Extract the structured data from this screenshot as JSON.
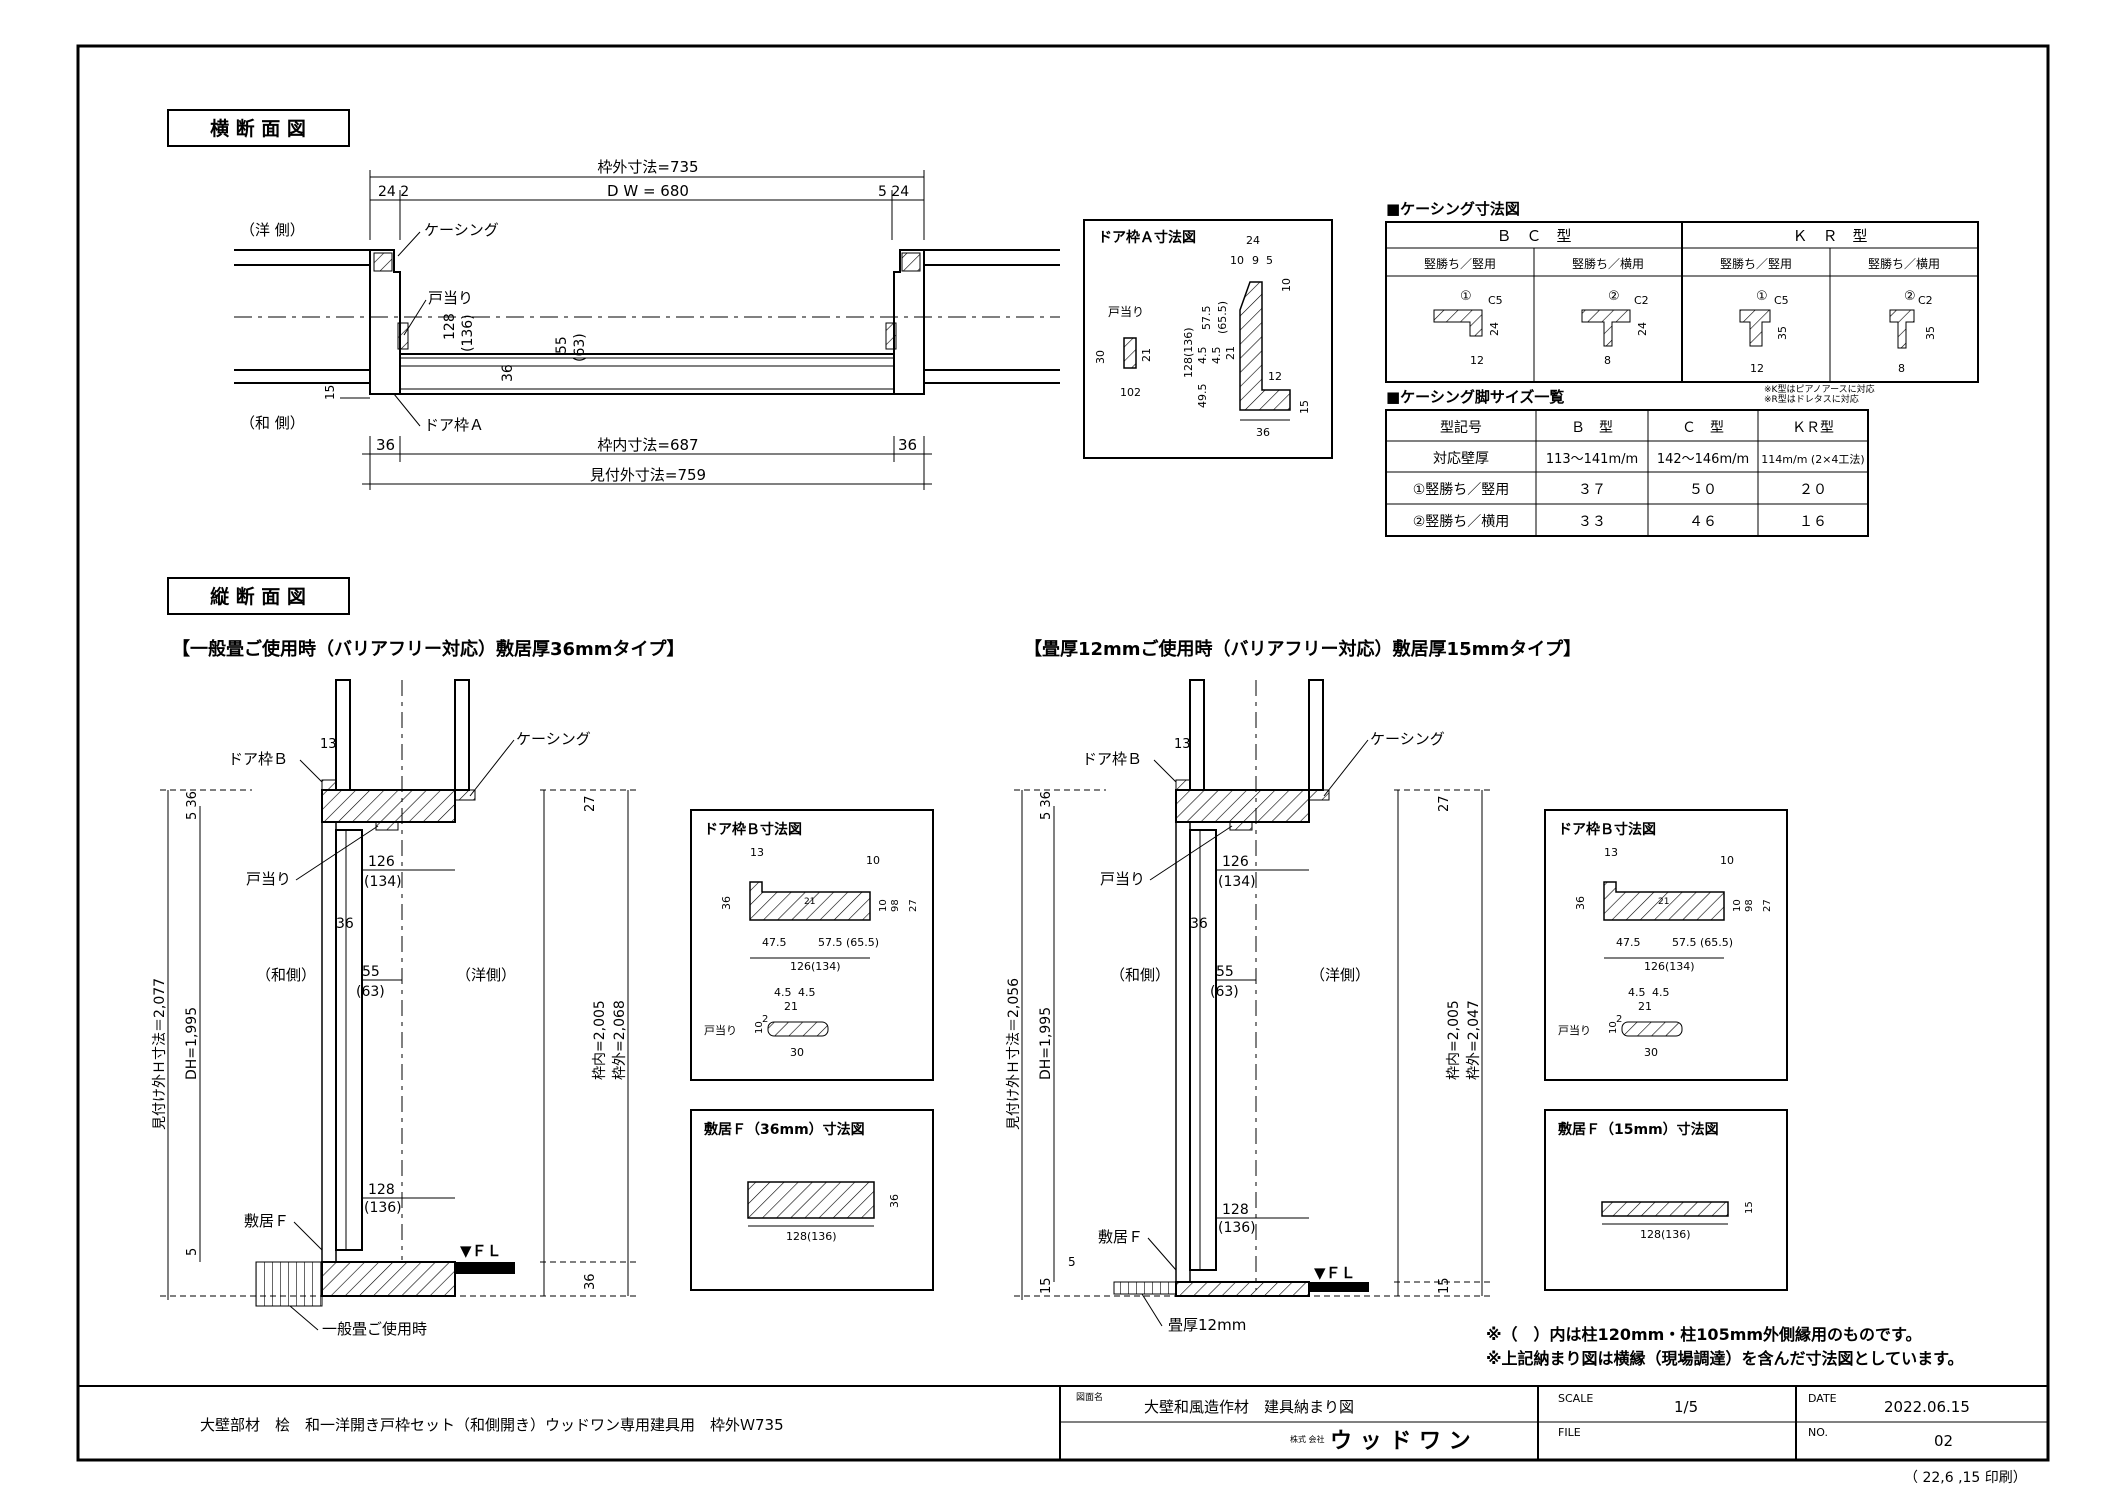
{
  "sections": {
    "horizontal": "横 断 面 図",
    "vertical": "縦 断 面 図"
  },
  "horizontal_view": {
    "frame_outer": "枠外寸法=735",
    "dw": "D W = 680",
    "left_dims": "24 2",
    "right_dims": "5 24",
    "casing": "ケーシング",
    "western_side": "（洋 側）",
    "japanese_side": "（和 側）",
    "door_stop": "戸当り",
    "door_frame_a": "ドア枠Ａ",
    "dim_128": "128",
    "dim_136": "(136)",
    "dim_55": "55",
    "dim_63": "(63)",
    "dim_36": "36",
    "dim_15": "15",
    "inner": "枠内寸法=687",
    "visible_outer": "見付外寸法=759",
    "side_36_left": "36",
    "side_36_right": "36"
  },
  "door_frame_a_detail": {
    "title": "ドア枠Ａ寸法図",
    "door_stop": "戸当り",
    "dims": [
      "24",
      "10",
      "9",
      "5",
      "10",
      "57.5",
      "(65.5)",
      "4.5",
      "4.5",
      "21",
      "128(136)",
      "30",
      "10",
      "2",
      "21",
      "49.5",
      "12",
      "15",
      "36"
    ]
  },
  "casing_dims": {
    "title": "■ケーシング寸法図",
    "type_bc": "Ｂ　Ｃ　型",
    "type_kr": "Ｋ　Ｒ　型",
    "cols": [
      "竪勝ち／竪用",
      "竪勝ち／横用",
      "竪勝ち／竪用",
      "竪勝ち／横用"
    ],
    "marks": [
      "①",
      "②",
      "①",
      "②"
    ],
    "chamfers": [
      "C5",
      "C2",
      "C5",
      "C2"
    ],
    "heights": [
      "24",
      "24",
      "35",
      "35"
    ],
    "widths": [
      "12",
      "8",
      "12",
      "8"
    ],
    "notes": [
      "※K型はピアノアースに対応",
      "※R型はドレタスに対応"
    ]
  },
  "casing_leg": {
    "title": "■ケーシング脚サイズ一覧",
    "headers": [
      "型記号",
      "Ｂ　型",
      "Ｃ　型",
      "ＫＲ型"
    ],
    "rows": [
      [
        "対応壁厚",
        "113～141m/m",
        "142～146m/m",
        "114m/m (2×4工法)"
      ],
      [
        "①竪勝ち／竪用",
        "３７",
        "５０",
        "２０"
      ],
      [
        "②竪勝ち／横用",
        "３３",
        "４６",
        "１６"
      ]
    ]
  },
  "vertical_left": {
    "heading": "【一般畳ご使用時（バリアフリー対応）敷居厚36mmタイプ】",
    "door_frame_b": "ドア枠Ｂ",
    "casing": "ケーシング",
    "door_stop": "戸当り",
    "japanese_side": "（和側）",
    "western_side": "（洋側）",
    "sill": "敷居Ｆ",
    "tatami": "一般畳ご使用時",
    "fl": "▼ＦＬ",
    "visible_h": "見付け外Ｈ寸法＝2,077",
    "dh": "DH=1,995",
    "inner": "枠内=2,005",
    "outer": "枠外=2,068",
    "top_dims": "5 36",
    "dim_5": "5",
    "dim_13": "13",
    "dim_27": "27",
    "dim_36": "36",
    "dim_36b": "36",
    "dim_126": "126",
    "dim_134": "(134)",
    "dim_55": "55",
    "dim_63": "(63)",
    "dim_128": "128",
    "dim_136": "(136)"
  },
  "vertical_right": {
    "heading": "【畳厚12mmご使用時（バリアフリー対応）敷居厚15mmタイプ】",
    "door_frame_b": "ドア枠Ｂ",
    "casing": "ケーシング",
    "door_stop": "戸当り",
    "japanese_side": "（和側）",
    "western_side": "（洋側）",
    "sill": "敷居Ｆ",
    "tatami": "畳厚12mm",
    "fl": "▼ＦＬ",
    "visible_h": "見付け外Ｈ寸法＝2,056",
    "dh": "DH=1,995",
    "inner": "枠内=2,005",
    "outer": "枠外=2,047",
    "top_dims": "5 36",
    "dim_15": "15",
    "dim_15b": "15",
    "dim_5": "5",
    "dim_13": "13",
    "dim_27": "27",
    "dim_36": "36",
    "dim_126": "126",
    "dim_134": "(134)",
    "dim_55": "55",
    "dim_63": "(63)",
    "dim_128": "128",
    "dim_136": "(136)"
  },
  "door_frame_b_detail": {
    "title": "ドア枠Ｂ寸法図",
    "door_stop": "戸当り",
    "dims": [
      "13",
      "10",
      "36",
      "21",
      "10",
      "98",
      "27",
      "47.5",
      "57.5 (65.5)",
      "126(134)",
      "4.5",
      "4.5",
      "21",
      "10",
      "2",
      "30"
    ]
  },
  "sill_36": {
    "title": "敷居Ｆ（36mm）寸法図",
    "width": "128(136)",
    "thickness": "36"
  },
  "sill_15": {
    "title": "敷居Ｆ（15mm）寸法図",
    "width": "128(136)",
    "thickness": "15"
  },
  "footnotes": [
    "※（　）内は柱120mm・柱105mm外側縁用のものです。",
    "※上記納まり図は横縁（現場調達）を含んだ寸法図としています。"
  ],
  "title_block": {
    "product": "大壁部材　桧　和一洋開き戸枠セット（和側開き）ウッドワン専用建具用　枠外Ｗ735",
    "drawing_label": "図面名",
    "drawing_name": "大壁和風造作材　建具納まり図",
    "company_prefix": "株式\n会社",
    "company": "ウ ッ ド ワ ン",
    "scale_label": "SCALE",
    "scale": "1/5",
    "file_label": "FILE",
    "date_label": "DATE",
    "date": "2022.06.15",
    "no_label": "NO.",
    "no": "02",
    "printed": "（ 22,6 ,15 印刷）"
  }
}
